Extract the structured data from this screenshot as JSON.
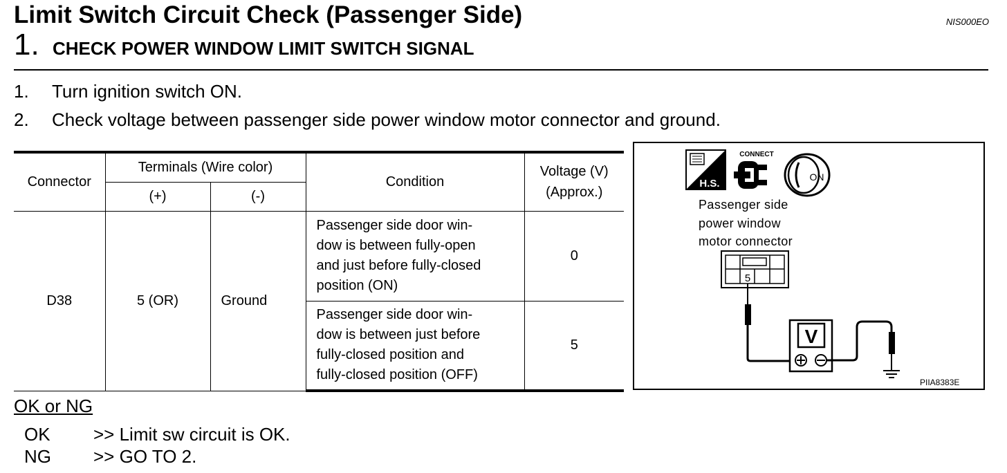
{
  "header": {
    "title": "Limit Switch Circuit Check (Passenger Side)",
    "doc_id": "NIS000EO",
    "step_number": "1.",
    "step_title": "CHECK POWER WINDOW LIMIT SWITCH SIGNAL"
  },
  "instructions": [
    {
      "num": "1.",
      "text": "Turn ignition switch ON."
    },
    {
      "num": "2.",
      "text": "Check voltage between passenger side power window motor connector and ground."
    }
  ],
  "table": {
    "headers": {
      "connector": "Connector",
      "terminals": "Terminals (Wire color)",
      "plus": "(+)",
      "minus": "(-)",
      "condition": "Condition",
      "voltage_l1": "Voltage (V)",
      "voltage_l2": "(Approx.)"
    },
    "connector": "D38",
    "plus_terminal": "5 (OR)",
    "minus_terminal": "Ground",
    "rows": [
      {
        "condition_lines": [
          "Passenger side door win-",
          "dow is between fully-open",
          "and just before fully-closed",
          "position (ON)"
        ],
        "voltage": "0"
      },
      {
        "condition_lines": [
          "Passenger side door win-",
          "dow is between just before",
          "fully-closed position and",
          "fully-closed position (OFF)"
        ],
        "voltage": "5"
      }
    ]
  },
  "result": {
    "heading": "OK or NG",
    "ok_key": "OK",
    "ok_text": ">> Limit sw circuit is OK.",
    "ng_key": "NG",
    "ng_text": ">> GO TO 2."
  },
  "diagram": {
    "label_lines": [
      "Passenger side",
      "power window",
      "motor connector"
    ],
    "hs_label": "H.S.",
    "connect_label": "CONNECT",
    "on_label": "ON",
    "terminal_label": "5",
    "meter_label": "V",
    "figure_code": "PIIA8383E"
  }
}
